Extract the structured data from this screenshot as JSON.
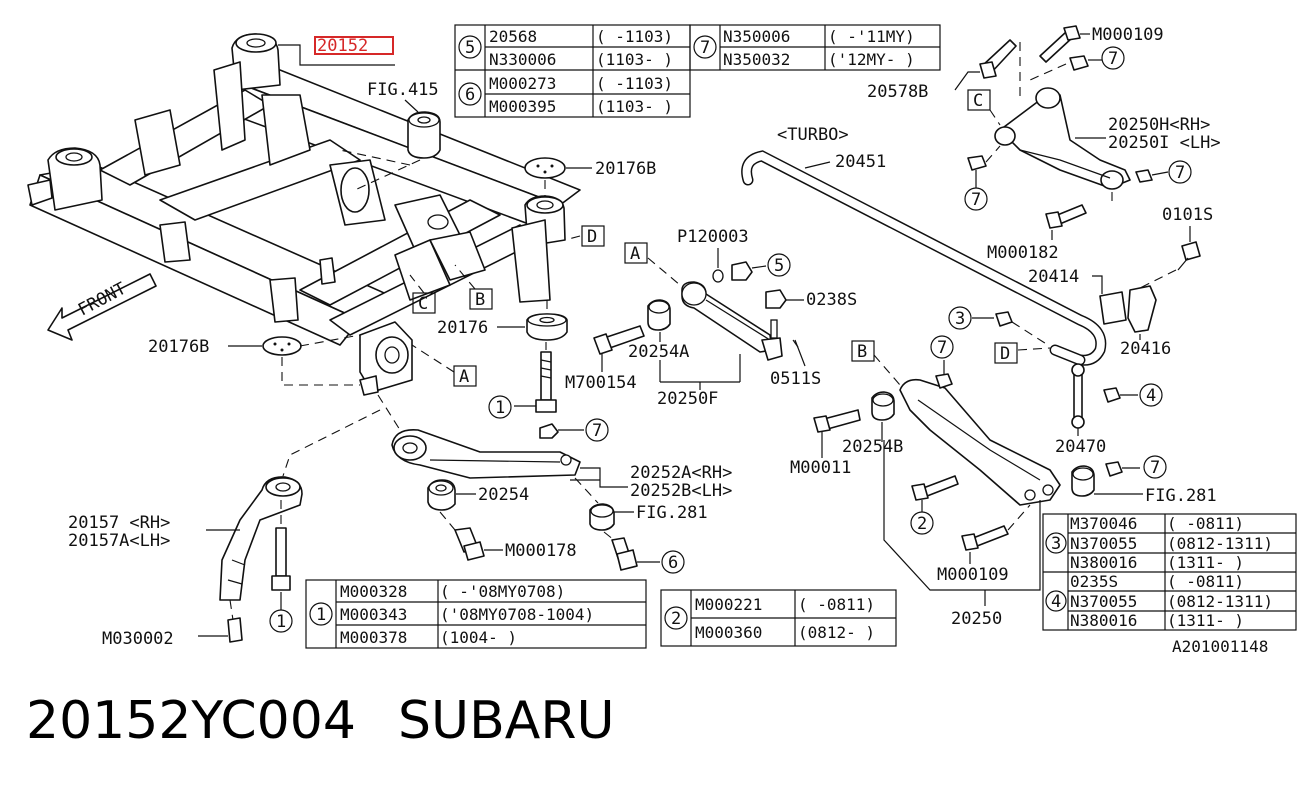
{
  "caption": {
    "part_number": "20152YC004",
    "brand": "SUBARU"
  },
  "highlight": {
    "label": "20152",
    "color": "#d62828"
  },
  "diagram_id": "A201001148",
  "labels": {
    "fig415": "FIG.415",
    "l20176b_top": "20176B",
    "l20176b_left": "20176B",
    "l20176": "20176",
    "turbo": "<TURBO>",
    "l20451": "20451",
    "p120003": "P120003",
    "l0238s": "0238S",
    "l20254a": "20254A",
    "m700154": "M700154",
    "l20250f": "20250F",
    "l0511s": "0511S",
    "l20578b": "20578B",
    "m000109_top": "M000109",
    "l20250h": "20250H<RH>",
    "l20250i": "20250I <LH>",
    "m000182": "M000182",
    "l0101s": "0101S",
    "l20414": "20414",
    "l20416": "20416",
    "l20470": "20470",
    "m00011": "M00011",
    "l20254b": "20254B",
    "fig281_right": "FIG.281",
    "m000109_bottom": "M000109",
    "l20250": "20250",
    "l20252a": "20252A<RH>",
    "l20252b": "20252B<LH>",
    "l20254": "20254",
    "fig281_mid": "FIG.281",
    "m000178": "M000178",
    "l20157": "20157 <RH>",
    "l20157a": "20157A<LH>",
    "m030002": "M030002",
    "front": "FRONT"
  },
  "refs": {
    "A": "A",
    "B": "B",
    "C": "C",
    "D": "D"
  },
  "callouts": {
    "n1": "1",
    "n2": "2",
    "n3": "3",
    "n4": "4",
    "n5": "5",
    "n6": "6",
    "n7": "7"
  },
  "tables": {
    "t5": {
      "num": "5",
      "rows": [
        [
          "20568",
          "( -1103)"
        ],
        [
          "N330006",
          "(1103- )"
        ]
      ]
    },
    "t6": {
      "num": "6",
      "rows": [
        [
          "M000273",
          "( -1103)"
        ],
        [
          "M000395",
          "(1103- )"
        ]
      ]
    },
    "t7": {
      "num": "7",
      "rows": [
        [
          "N350006",
          "( -'11MY)"
        ],
        [
          "N350032",
          "('12MY- )"
        ]
      ]
    },
    "t1": {
      "num": "1",
      "rows": [
        [
          "M000328",
          "( -'08MY0708)"
        ],
        [
          "M000343",
          "('08MY0708-1004)"
        ],
        [
          "M000378",
          "(1004- )"
        ]
      ]
    },
    "t2": {
      "num": "2",
      "rows": [
        [
          "M000221",
          "( -0811)"
        ],
        [
          "M000360",
          "(0812- )"
        ]
      ]
    },
    "t3": {
      "num": "3",
      "rows": [
        [
          "M370046",
          "( -0811)"
        ],
        [
          "N370055",
          "(0812-1311)"
        ],
        [
          "N380016",
          "(1311- )"
        ]
      ]
    },
    "t4": {
      "num": "4",
      "rows": [
        [
          "0235S",
          "( -0811)"
        ],
        [
          "N370055",
          "(0812-1311)"
        ],
        [
          "N380016",
          "(1311- )"
        ]
      ]
    }
  }
}
